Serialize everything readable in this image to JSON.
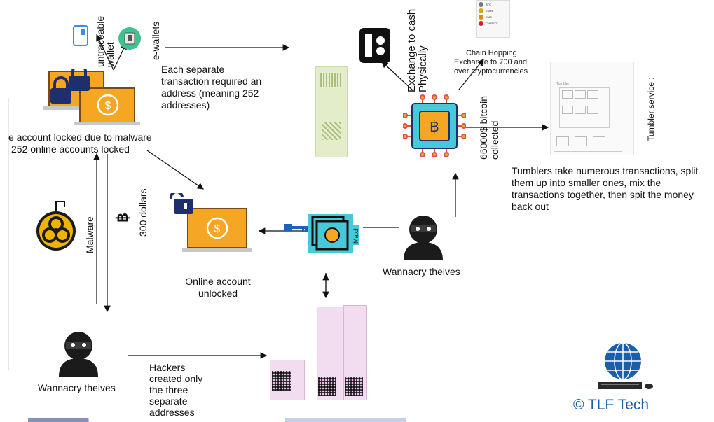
{
  "labels": {
    "untraceable_wallet": "untraceable wallet",
    "e_wallets": "e-wallets",
    "each_separate": "Each separate transaction required an address (meaning 252 addresses)",
    "account_locked": "e account  locked due to malware",
    "online_locked": "252 online accounts locked",
    "exchange_cash": "Exchange to cash Physically",
    "chain_hopping": "Chain Hopping",
    "exchange_700": "Exchange to 700 and over cryptocurrencies",
    "bitcoin_collected": "66000$ bitcoin collected",
    "tumbler_service": "Tumbler service :",
    "tumbler_desc": "Tumblers take numerous transactions, split them up into smaller ones, mix the transactions together, then spit the money back out",
    "malware": "Malware",
    "dollars": "300 dollars",
    "bitcoin_symbol": "฿",
    "online_unlocked": "Online account unlocked",
    "match": "Match",
    "wannacry_right": "Wannacry theives",
    "wannacry_left": "Wannacry theives",
    "hackers": "Hackers created only the three separate addresses",
    "copyright": "© TLF Tech",
    "tumbler_title": "Tumbler",
    "coin_1": "BTC",
    "coin_2": "EURE",
    "coin_3": "EMC",
    "coin_4": "CHARITY"
  },
  "colors": {
    "orange": "#f5a623",
    "navy": "#1f2f6e",
    "teal": "#48c9d8",
    "pink": "#f1dcf0",
    "green": "#d9e8b0",
    "brand_blue": "#1a5fa8"
  }
}
